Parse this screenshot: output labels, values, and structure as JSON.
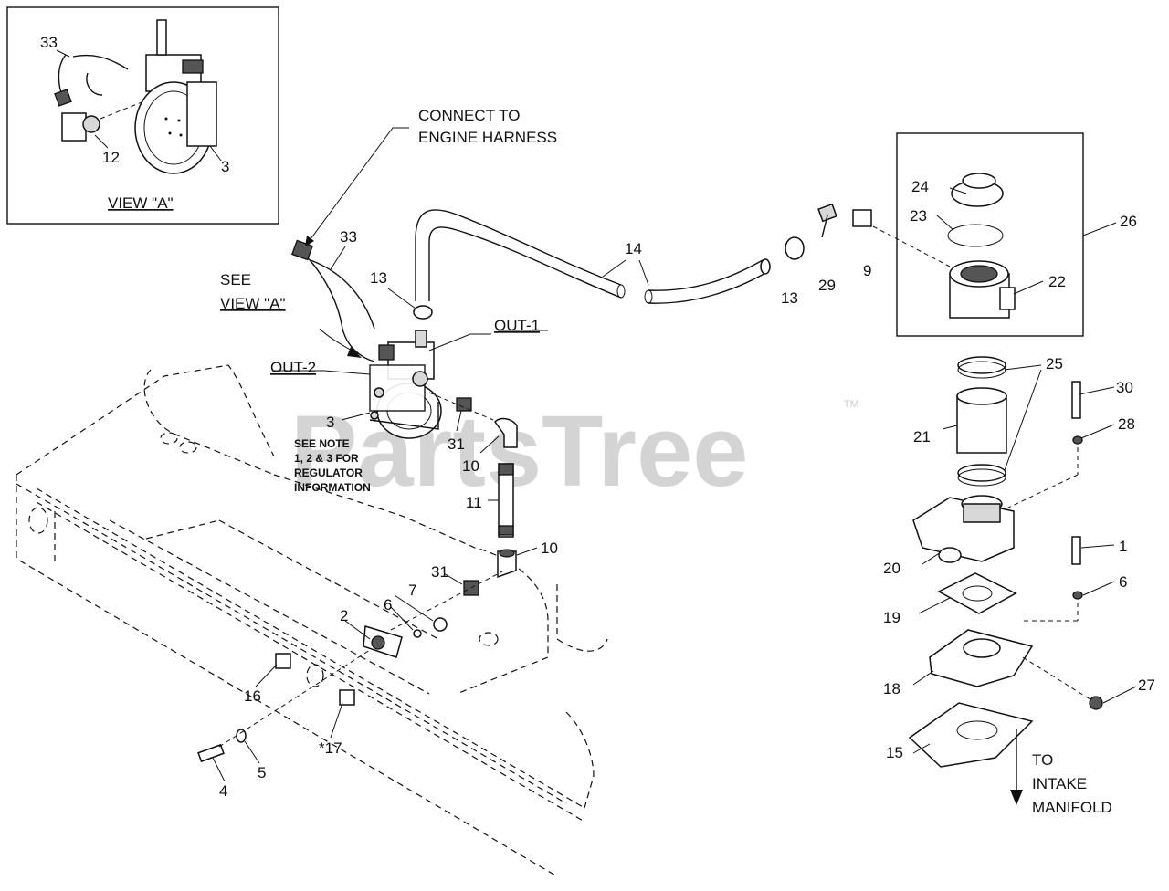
{
  "watermark": {
    "brand": "PartsTree",
    "tm": "™"
  },
  "view_a": {
    "title": "VIEW \"A\"",
    "callouts": {
      "c33": "33",
      "c12": "12",
      "c3": "3"
    }
  },
  "notes": {
    "connect_line1": "CONNECT TO",
    "connect_line2": "ENGINE HARNESS",
    "see_line1": "SEE",
    "see_line2": "VIEW \"A\"",
    "out1": "OUT-1",
    "out2": "OUT-2",
    "reg_note1": "SEE NOTE",
    "reg_note2": "1, 2 & 3 FOR",
    "reg_note3": "REGULATOR",
    "reg_note4": "INFORMATION",
    "to_line1": "TO",
    "to_line2": "INTAKE",
    "to_line3": "MANIFOLD"
  },
  "callouts": {
    "c33": "33",
    "c13a": "13",
    "c14": "14",
    "c13b": "13",
    "c29": "29",
    "c9": "9",
    "c24": "24",
    "c23": "23",
    "c26": "26",
    "c22": "22",
    "c3": "3",
    "c31a": "31",
    "c10a": "10",
    "c11": "11",
    "c10b": "10",
    "c31b": "31",
    "c7": "7",
    "c6a": "6",
    "c2": "2",
    "c16": "16",
    "c17": "*17",
    "c5": "5",
    "c4": "4",
    "c25": "25",
    "c30": "30",
    "c21": "21",
    "c28": "28",
    "c20": "20",
    "c1": "1",
    "c6b": "6",
    "c19": "19",
    "c18": "18",
    "c27": "27",
    "c15": "15"
  }
}
